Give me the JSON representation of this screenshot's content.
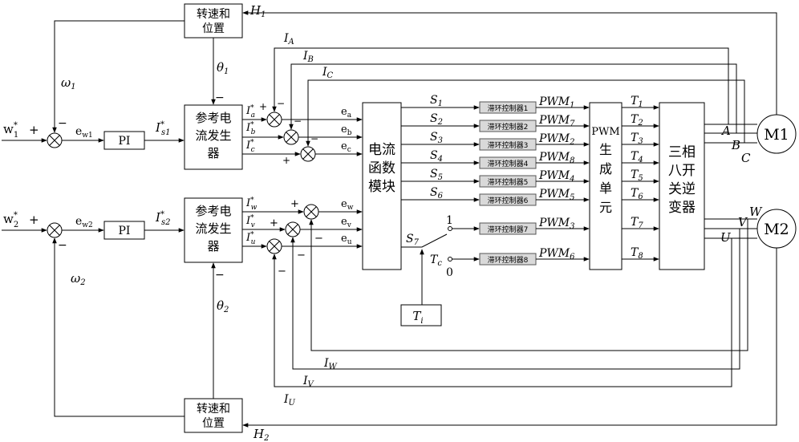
{
  "blocks": {
    "speed_pos_1": [
      "转速和",
      "位置"
    ],
    "speed_pos_2": [
      "转速和",
      "位置"
    ],
    "ref_gen_1": [
      "参考电",
      "流发生",
      "器"
    ],
    "ref_gen_2": [
      "参考电",
      "流发生",
      "器"
    ],
    "pi_1": "PI",
    "pi_2": "PI",
    "current_func": [
      "电流",
      "函数",
      "模块"
    ],
    "pwm_gen": [
      "PWM",
      "生",
      "成",
      "单",
      "元"
    ],
    "inverter": [
      "三相",
      "八开",
      "关逆",
      "变器"
    ],
    "ti": "T",
    "ti_sub": "i"
  },
  "hysteresis": [
    "滞环控制器1",
    "滞环控制器2",
    "滞环控制器3",
    "滞环控制器4",
    "滞环控制器5",
    "滞环控制器6",
    "滞环控制器7",
    "滞环控制器8"
  ],
  "motors": {
    "m1": "M1",
    "m2": "M2"
  },
  "signals": {
    "H1": "H",
    "H1_sub": "1",
    "H2": "H",
    "H2_sub": "2",
    "theta1": "θ",
    "theta1_sub": "1",
    "theta2": "θ",
    "theta2_sub": "2",
    "omega1": "ω",
    "omega1_sub": "1",
    "omega2": "ω",
    "omega2_sub": "2",
    "w1": "w",
    "w1_sub": "1",
    "w1_sup": "*",
    "w2": "w",
    "w2_sub": "2",
    "w2_sup": "*",
    "ew1": "e",
    "ew1_sub": "w1",
    "ew2": "e",
    "ew2_sub": "w2",
    "is1": "I",
    "is1_sub": "s1",
    "is1_sup": "*",
    "is2": "I",
    "is2_sub": "s2",
    "is2_sup": "*",
    "IA": "I",
    "IA_sub": "A",
    "IB": "I",
    "IB_sub": "B",
    "IC": "I",
    "IC_sub": "C",
    "IW": "I",
    "IW_sub": "W",
    "IV": "I",
    "IV_sub": "V",
    "IU": "I",
    "IU_sub": "U",
    "ia": "I",
    "ia_sub": "a",
    "ib": "I",
    "ib_sub": "b",
    "ic": "I",
    "ic_sub": "c",
    "iw": "I",
    "iw_sub": "w",
    "iv": "I",
    "iv_sub": "v",
    "iu": "I",
    "iu_sub": "u",
    "star": "*",
    "ea": "e",
    "ea_sub": "a",
    "eb": "e",
    "eb_sub": "b",
    "ec": "e",
    "ec_sub": "c",
    "ew": "e",
    "ew_sub": "w",
    "ev": "e",
    "ev_sub": "v",
    "eu": "e",
    "eu_sub": "u",
    "S": [
      "S",
      "S",
      "S",
      "S",
      "S",
      "S",
      "S"
    ],
    "S_sub": [
      "1",
      "2",
      "3",
      "4",
      "5",
      "6",
      "7"
    ],
    "PWM": "PWM",
    "PWM_sub": [
      "1",
      "7",
      "2",
      "8",
      "4",
      "5",
      "3",
      "6"
    ],
    "T": "T",
    "T_sub": [
      "1",
      "2",
      "3",
      "4",
      "5",
      "6",
      "7",
      "8"
    ],
    "Tc": "T",
    "Tc_sub": "c",
    "sw_1": "1",
    "sw_0": "0",
    "A": "A",
    "B": "B",
    "C": "C",
    "W": "W",
    "V": "V",
    "U": "U",
    "plus": "+",
    "minus": "−"
  }
}
